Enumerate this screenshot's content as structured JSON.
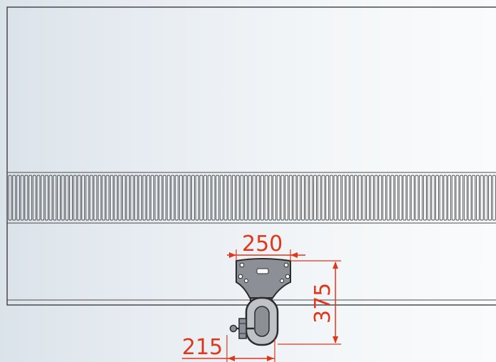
{
  "colors": {
    "dimension": "#e0371b",
    "outline": "#4a4a4a",
    "part_fill": "#8c9096",
    "part_dark": "#2c2c2c"
  },
  "dimensions": {
    "plate_width": "250",
    "height": "375",
    "caster_offset": "215"
  }
}
